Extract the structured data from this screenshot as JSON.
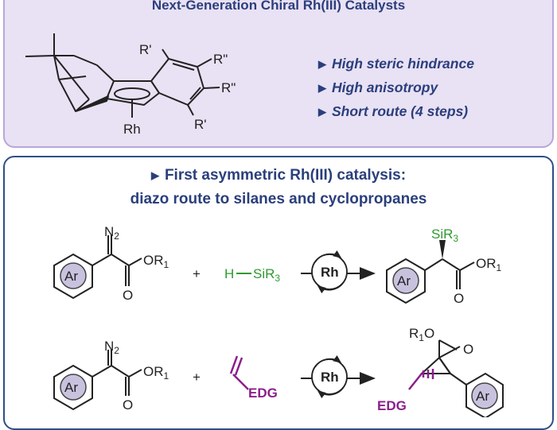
{
  "top_panel": {
    "title": "Next-Generation Chiral Rh(III) Catalysts",
    "features": [
      "High steric hindrance",
      "High anisotropy",
      "Short route (4 steps)"
    ],
    "catalyst_labels": {
      "r_prime_top": "R'",
      "r_double_1": "R\"",
      "r_double_2": "R\"",
      "r_prime_bottom": "R'",
      "metal": "Rh"
    }
  },
  "bottom_panel": {
    "headline_line1": "First asymmetric Rh(III) catalysis:",
    "headline_line2": "diazo route to silanes and cyclopropanes",
    "reaction1": {
      "diazo": "N",
      "diazo_sub": "2",
      "ester": "OR",
      "ester_sub": "1",
      "carbonyl": "O",
      "aryl": "Ar",
      "plus": "+",
      "silane_h": "H",
      "silane": "SiR",
      "silane_sub": "3",
      "catalyst": "Rh",
      "product_si": "SiR",
      "product_si_sub": "3",
      "product_ester": "OR",
      "product_ester_sub": "1",
      "product_carbonyl": "O",
      "product_aryl": "Ar"
    },
    "reaction2": {
      "diazo": "N",
      "diazo_sub": "2",
      "ester": "OR",
      "ester_sub": "1",
      "carbonyl": "O",
      "aryl": "Ar",
      "plus": "+",
      "alkene_group": "EDG",
      "catalyst": "Rh",
      "product_r": "R",
      "product_r_sub": "1",
      "product_o": "O",
      "product_carbonyl": "O",
      "product_edg": "EDG",
      "product_aryl": "Ar"
    }
  },
  "colors": {
    "title_blue": "#2a3f7c",
    "top_background": "#e9e1f4",
    "silane_green": "#2f9a2f",
    "edg_purple": "#8a1f8c",
    "ring_fill": "#c9c2df"
  }
}
